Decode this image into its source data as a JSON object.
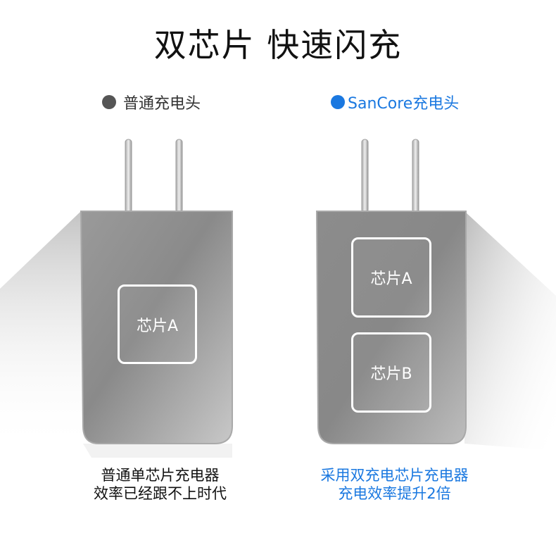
{
  "title": "双芯片 快速闪充",
  "left": {
    "legend_label": "普通充电头",
    "chips": [
      "芯片A"
    ],
    "caption_line1": "普通单芯片充电器",
    "caption_line2": "效率已经跟不上时代"
  },
  "right": {
    "legend_label": "SanCore充电头",
    "chips": [
      "芯片A",
      "芯片B"
    ],
    "caption_line1": "采用双充电芯片充电器",
    "caption_line2": "充电效率提升2倍"
  },
  "colors": {
    "accent_blue": "#1a78e0",
    "legend_dot_gray": "#555555",
    "charger_body": "#8e8e8e"
  }
}
